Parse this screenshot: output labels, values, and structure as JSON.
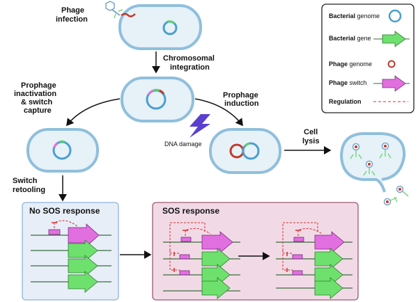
{
  "labels": {
    "phage_infection": [
      "Phage",
      "infection"
    ],
    "chromosomal_integration": [
      "Chromosomal",
      "integration"
    ],
    "prophage_inactivation": [
      "Prophage",
      "inactivation",
      "& switch",
      "capture"
    ],
    "prophage_induction": [
      "Prophage",
      "induction"
    ],
    "dna_damage": "DNA damage",
    "cell_lysis": [
      "Cell",
      "lysis"
    ],
    "switch_retooling": [
      "Switch",
      "retooling"
    ]
  },
  "panels": {
    "no_sos": "No SOS response",
    "sos": "SOS response"
  },
  "legend": {
    "bacterial_genome": [
      "Bacterial",
      " genome"
    ],
    "bacterial_gene": [
      "Bacterial",
      " gene"
    ],
    "phage_genome": [
      "Phage",
      " genome"
    ],
    "phage_switch": [
      "Phage",
      " switch"
    ],
    "regulation": "Regulation"
  },
  "colors": {
    "cell_fill": "#e6f1f8",
    "cell_stroke": "#8fbfdc",
    "genome_ring": "#4a9fd0",
    "phage_genome": "#c0392b",
    "gene_green": "#6ee06e",
    "switch_magenta": "#e26fe0",
    "regulation_red": "#d32f2f",
    "no_sos_bg": "#e7eef8",
    "sos_bg": "#f1dae6",
    "lightning": "#5a3fcf"
  }
}
